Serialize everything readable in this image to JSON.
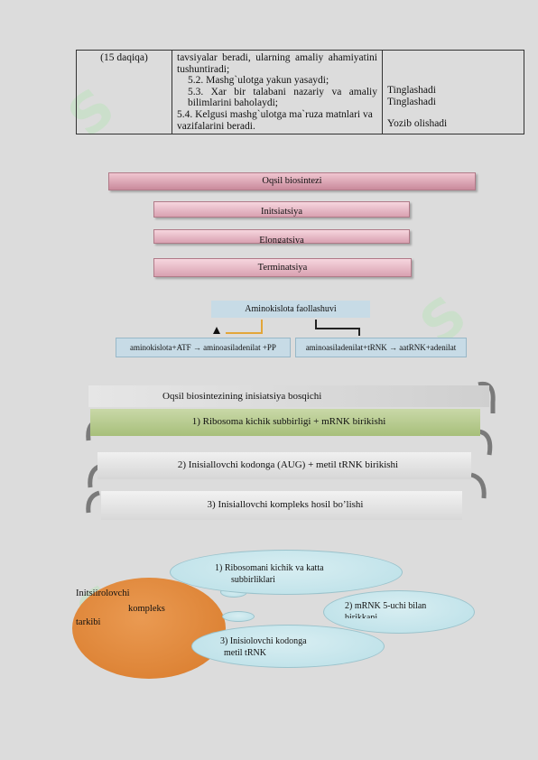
{
  "table": {
    "time": "(15 daqiqa)",
    "line1": "tavsiyalar beradi, ularning amaliy ahamiyatini tushuntiradi;",
    "line2": "5.2. Mashg`ulotga yakun yasaydi;",
    "line3": "5.3. Xar bir talabani nazariy va amaliy bilimlarini baholaydi;",
    "line4": "5.4. Kelgusi mashg`ulotga ma`ruza matnlari va vazifalarini beradi.",
    "student1": "Tinglashadi",
    "student2": "Tinglashadi",
    "student3": "Yozib olishadi"
  },
  "diagram1": {
    "title": "Oqsil biosintezi",
    "step1": "Initsiatsiya",
    "step2": "Elongatsiya",
    "step3": "Terminatsiya"
  },
  "diagram2": {
    "title": "Aminokislota faollashuvi",
    "left": "aminokislota+ATF → aminoasiladenilat +PP",
    "right": "aminoasiladenilat+tRNK → aatRNK+adenilat"
  },
  "diagram3": {
    "title": "Oqsil biosintezining inisiatsiya bosqichi",
    "item1": "1) Ribosoma kichik subbirligi + mRNK birikishi",
    "item2": "2)  Inisiallovchi kodonga (AUG) +  metil tRNK birikishi",
    "item3": "3)    Inisiallovchi  kompleks hosil bo’lishi"
  },
  "diagram4": {
    "center_line1": "Initsiirolovchi",
    "center_line2": "kompleks",
    "center_line3": "tarkibi",
    "cloud1_line1": "1)   Ribosomani kichik va katta",
    "cloud1_line2": "subbirliklari",
    "cloud2_line1": "2)  mRNK 5-uchi bilan",
    "cloud2_line2": "birikkani",
    "cloud3_line1": "3)  Inisiolovchi kodonga",
    "cloud3_line2": "metil tRNK"
  },
  "colors": {
    "page": "#dcdcdc",
    "pink": "#d9a1b1",
    "blue_box": "#c7dbe6",
    "green_banner": "#b5c98e",
    "orange": "#e08a3c"
  }
}
